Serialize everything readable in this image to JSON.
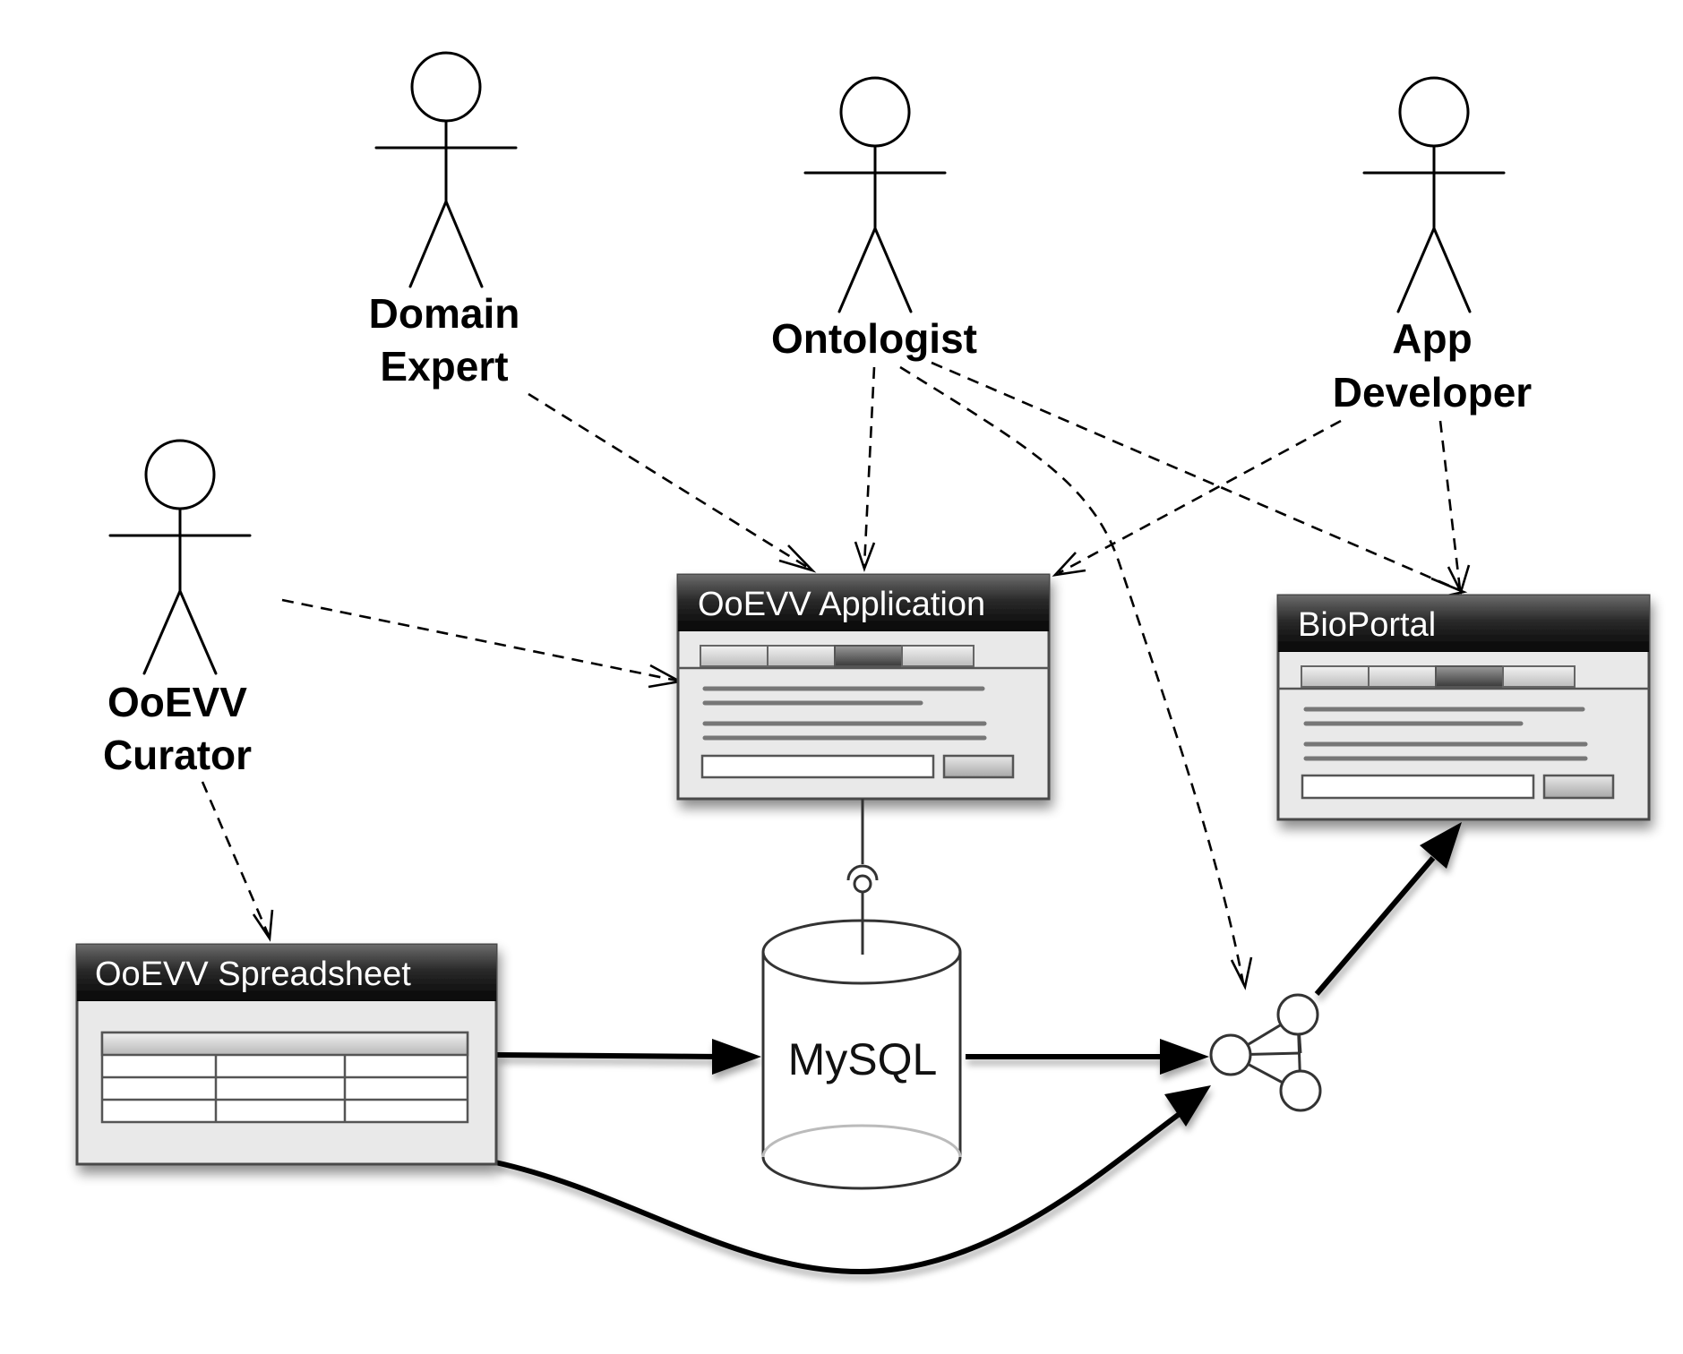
{
  "actors": {
    "domain_expert": [
      "Domain",
      "Expert"
    ],
    "ontologist": [
      "Ontologist"
    ],
    "app_developer": [
      "App",
      "Developer"
    ],
    "curator": [
      "OoEVV",
      "Curator"
    ]
  },
  "windows": {
    "application": {
      "title": "OoEVV Application"
    },
    "bioportal": {
      "title": "BioPortal"
    },
    "spreadsheet": {
      "title": "OoEVV Spreadsheet"
    }
  },
  "database": {
    "label": "MySQL"
  },
  "ontology_node": {
    "icon": "ontology-graph-icon"
  },
  "connections": [
    {
      "from": "Domain Expert",
      "to": "OoEVV Application",
      "style": "dashed"
    },
    {
      "from": "Ontologist",
      "to": "OoEVV Application",
      "style": "dashed"
    },
    {
      "from": "Ontologist",
      "to": "ontology",
      "style": "dashed"
    },
    {
      "from": "Ontologist",
      "to": "BioPortal",
      "style": "dashed"
    },
    {
      "from": "App Developer",
      "to": "OoEVV Application",
      "style": "dashed"
    },
    {
      "from": "App Developer",
      "to": "BioPortal",
      "style": "dashed"
    },
    {
      "from": "OoEVV Curator",
      "to": "OoEVV Application",
      "style": "dashed"
    },
    {
      "from": "OoEVV Curator",
      "to": "OoEVV Spreadsheet",
      "style": "dashed"
    },
    {
      "from": "OoEVV Spreadsheet",
      "to": "MySQL",
      "style": "solid"
    },
    {
      "from": "OoEVV Spreadsheet",
      "to": "ontology",
      "style": "solid"
    },
    {
      "from": "MySQL",
      "to": "ontology",
      "style": "solid"
    },
    {
      "from": "ontology",
      "to": "BioPortal",
      "style": "solid"
    },
    {
      "from": "OoEVV Application",
      "to": "MySQL",
      "style": "interface"
    }
  ]
}
